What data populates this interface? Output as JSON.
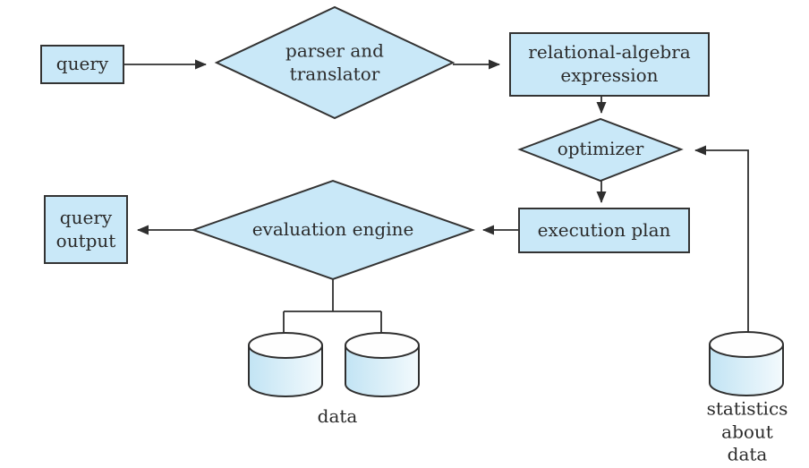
{
  "diagram": {
    "type": "flowchart",
    "subject": "database query processing steps"
  },
  "nodes": {
    "query": {
      "label": "query",
      "shape": "rectangle"
    },
    "parser": {
      "label": "parser and\ntranslator",
      "shape": "diamond"
    },
    "relational_algebra": {
      "label": "relational-algebra\nexpression",
      "shape": "rectangle"
    },
    "optimizer": {
      "label": "optimizer",
      "shape": "diamond"
    },
    "execution_plan": {
      "label": "execution plan",
      "shape": "rectangle"
    },
    "evaluation_engine": {
      "label": "evaluation engine",
      "shape": "diamond"
    },
    "query_output": {
      "label": "query\noutput",
      "shape": "rectangle"
    },
    "data": {
      "label": "data",
      "shape": "two-cylinders"
    },
    "statistics": {
      "label": "statistics\nabout data",
      "shape": "cylinder"
    }
  },
  "edges": [
    {
      "from": "query",
      "to": "parser",
      "arrow": true
    },
    {
      "from": "parser",
      "to": "relational_algebra",
      "arrow": true
    },
    {
      "from": "relational_algebra",
      "to": "optimizer",
      "arrow": true
    },
    {
      "from": "optimizer",
      "to": "execution_plan",
      "arrow": true
    },
    {
      "from": "execution_plan",
      "to": "evaluation_engine",
      "arrow": true
    },
    {
      "from": "evaluation_engine",
      "to": "query_output",
      "arrow": true
    },
    {
      "from": "evaluation_engine",
      "to": "data",
      "arrow": false
    },
    {
      "from": "statistics",
      "to": "optimizer",
      "arrow": true
    }
  ],
  "colors": {
    "shape_fill": "#c9e8f8",
    "shape_border": "#333333",
    "line": "#2f2f2f",
    "text": "#2b2b2b",
    "background": "#ffffff",
    "cylinder_body_left": "#c2e4f4",
    "cylinder_body_right": "#f3fafd",
    "cylinder_top": "#fefefe"
  }
}
